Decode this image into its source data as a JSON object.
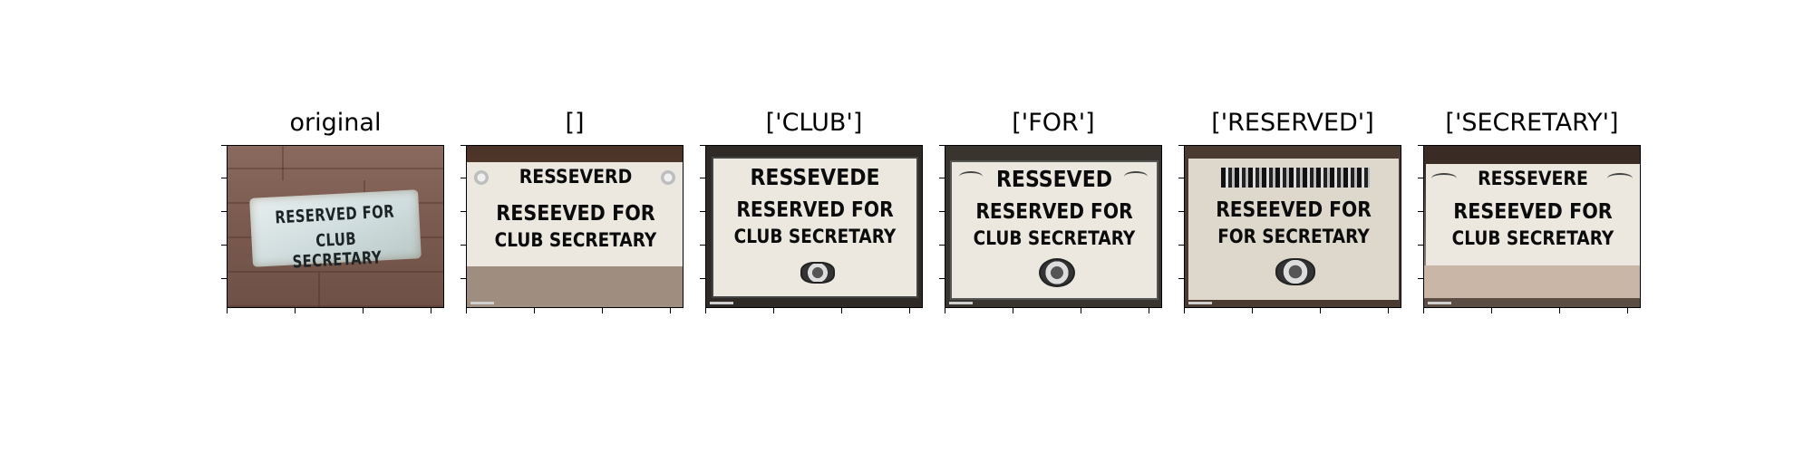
{
  "panels": [
    {
      "title": "original",
      "sign_lines": [
        "RESERVED FOR",
        "CLUB SECRETARY"
      ]
    },
    {
      "title": "[]",
      "sign_lines": [
        "RESSEVERD",
        "RESEEVED FOR",
        "CLUB SECRETARY"
      ]
    },
    {
      "title": "['CLUB']",
      "sign_lines": [
        "RESSEVEDE",
        "RESERVED FOR",
        "CLUB SECRETARY"
      ]
    },
    {
      "title": "['FOR']",
      "sign_lines": [
        "RESSEVED",
        "RESERVED FOR",
        "CLUB SECRETARY"
      ]
    },
    {
      "title": "['RESERVED']",
      "sign_lines": [
        "RESEEVED FOR",
        "FOR SECRETARY"
      ]
    },
    {
      "title": "['SECRETARY']",
      "sign_lines": [
        "RESSEVERE",
        "RESEEVED FOR",
        "CLUB SECRETARY"
      ]
    }
  ],
  "colors": {
    "background": "#ffffff",
    "axes": "#000000",
    "text": "#000000"
  }
}
